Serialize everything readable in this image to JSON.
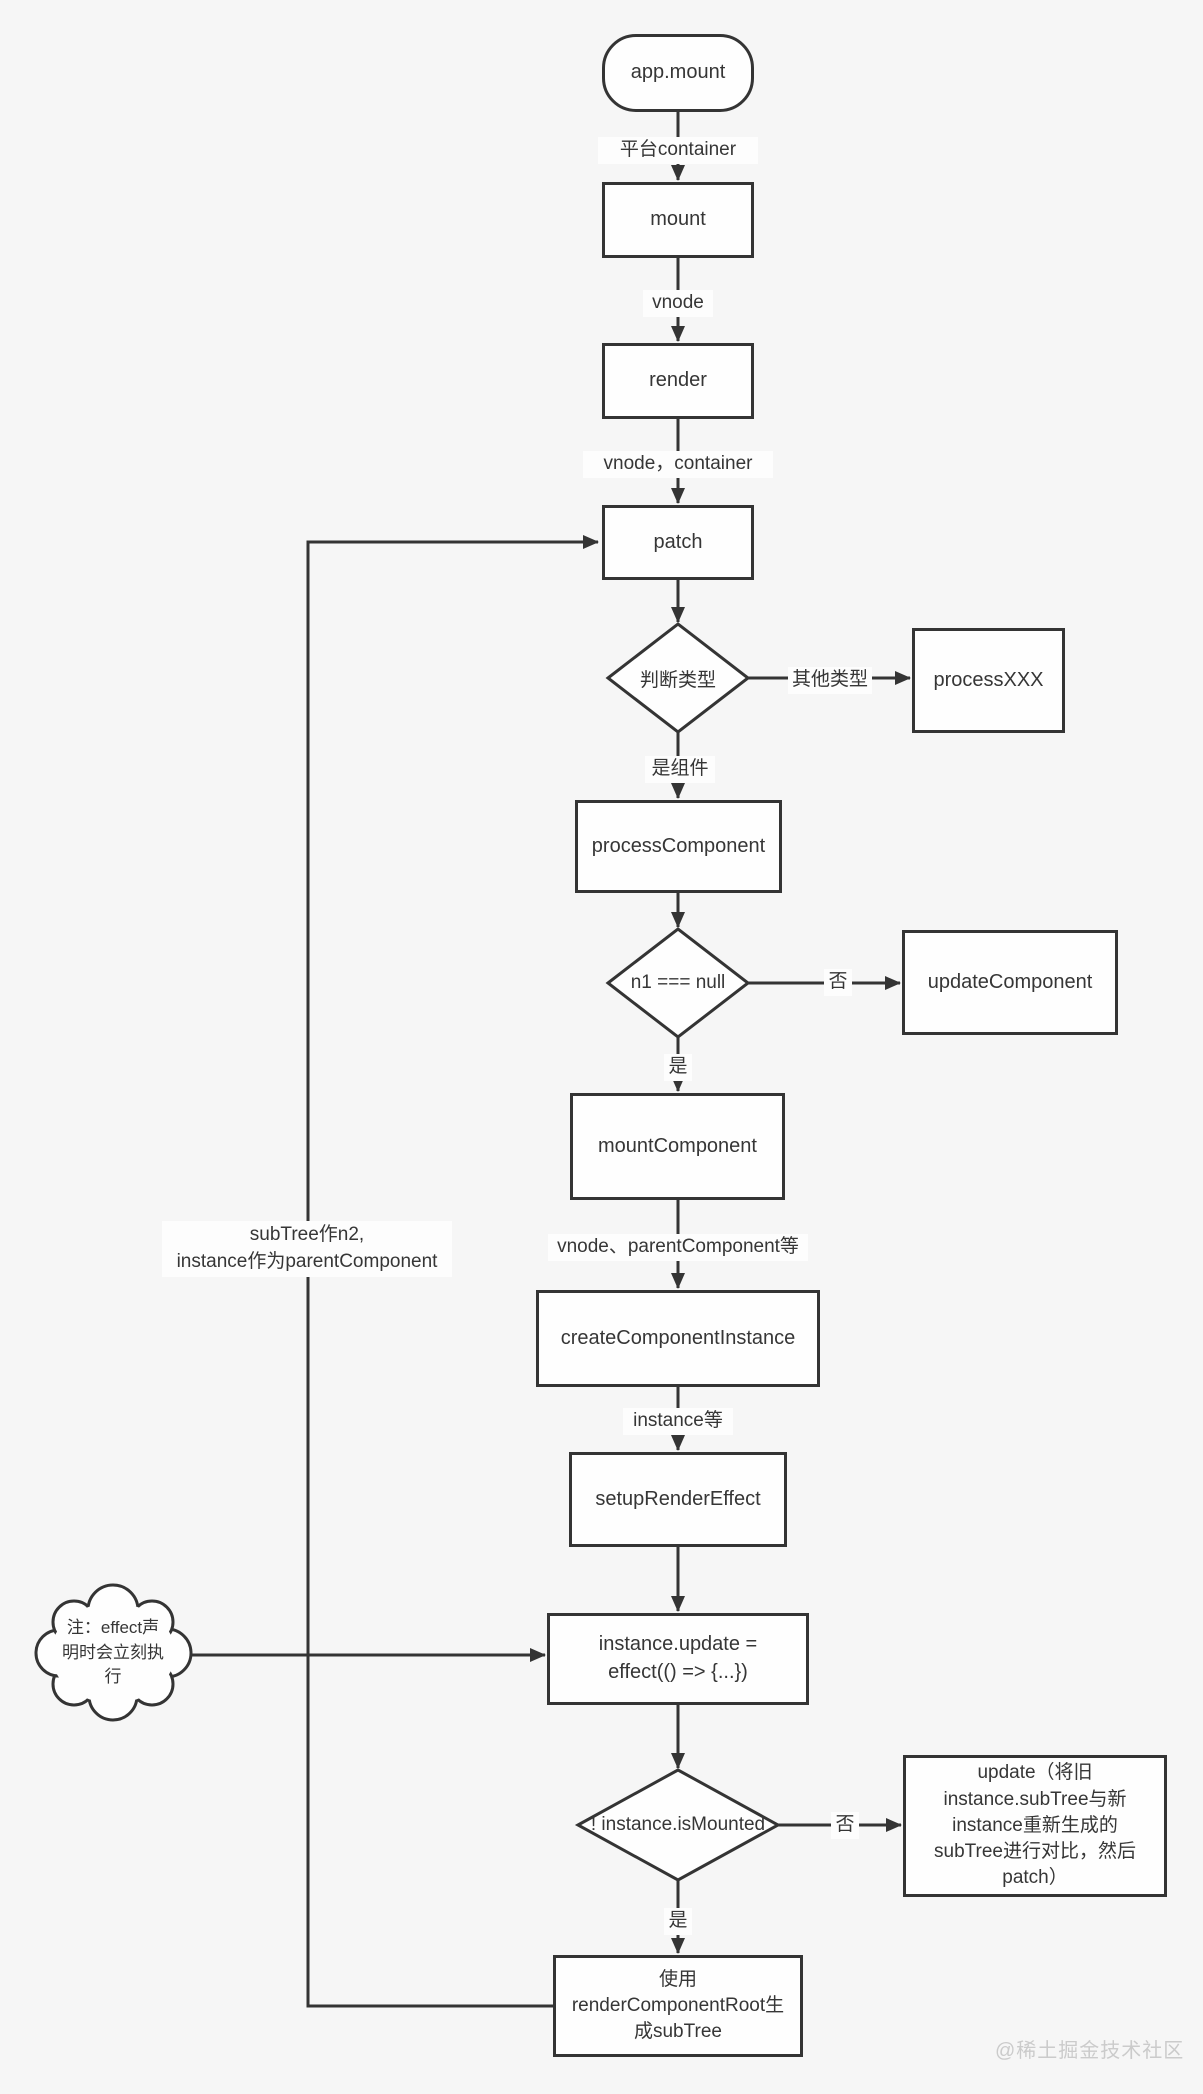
{
  "page": {
    "background": "#f6f6f6",
    "watermark": "@稀土掘金技术社区"
  },
  "colors": {
    "line": "#343434",
    "node_fill": "#fefefe",
    "text": "#363636",
    "label_bg": "#fdfdfd",
    "watermark": "#cbcbcb"
  },
  "nodes": {
    "app_mount": {
      "label": "app.mount",
      "type": "terminator"
    },
    "mount": {
      "label": "mount",
      "type": "process"
    },
    "render": {
      "label": "render",
      "type": "process"
    },
    "patch": {
      "label": "patch",
      "type": "process"
    },
    "judge_type": {
      "label": "判断类型",
      "type": "decision"
    },
    "process_xxx": {
      "label": "processXXX",
      "type": "process"
    },
    "process_component": {
      "label": "processComponent",
      "type": "process"
    },
    "n1_null": {
      "label": "n1 === null",
      "type": "decision"
    },
    "update_component": {
      "label": "updateComponent",
      "type": "process"
    },
    "mount_component": {
      "label": "mountComponent",
      "type": "process"
    },
    "create_component_instance": {
      "label": "createComponentInstance",
      "type": "process"
    },
    "setup_render_effect": {
      "label": "setupRenderEffect",
      "type": "process"
    },
    "instance_update": {
      "label": "instance.update =\neffect(() => {...})",
      "type": "process"
    },
    "is_mounted": {
      "label": "! instance.isMounted",
      "type": "decision"
    },
    "update_detail": {
      "label": "update（将旧\ninstance.subTree与新\ninstance重新生成的\nsubTree进行对比，然后\npatch）",
      "type": "process"
    },
    "render_component_root": {
      "label": "使用\nrenderComponentRoot生\n成subTree",
      "type": "process"
    },
    "note_cloud": {
      "label": "注：effect声\n明时会立刻执\n行",
      "type": "cloud"
    }
  },
  "edge_labels": {
    "platform_container": "平台container",
    "vnode": "vnode",
    "vnode_container": "vnode，container",
    "other_type": "其他类型",
    "is_component": "是组件",
    "no_1": "否",
    "yes_1": "是",
    "vnode_parent_component": "vnode、parentComponent等",
    "instance_etc": "instance等",
    "no_2": "否",
    "yes_2": "是",
    "subtree_as_n2": "subTree作n2,\ninstance作为parentComponent"
  }
}
